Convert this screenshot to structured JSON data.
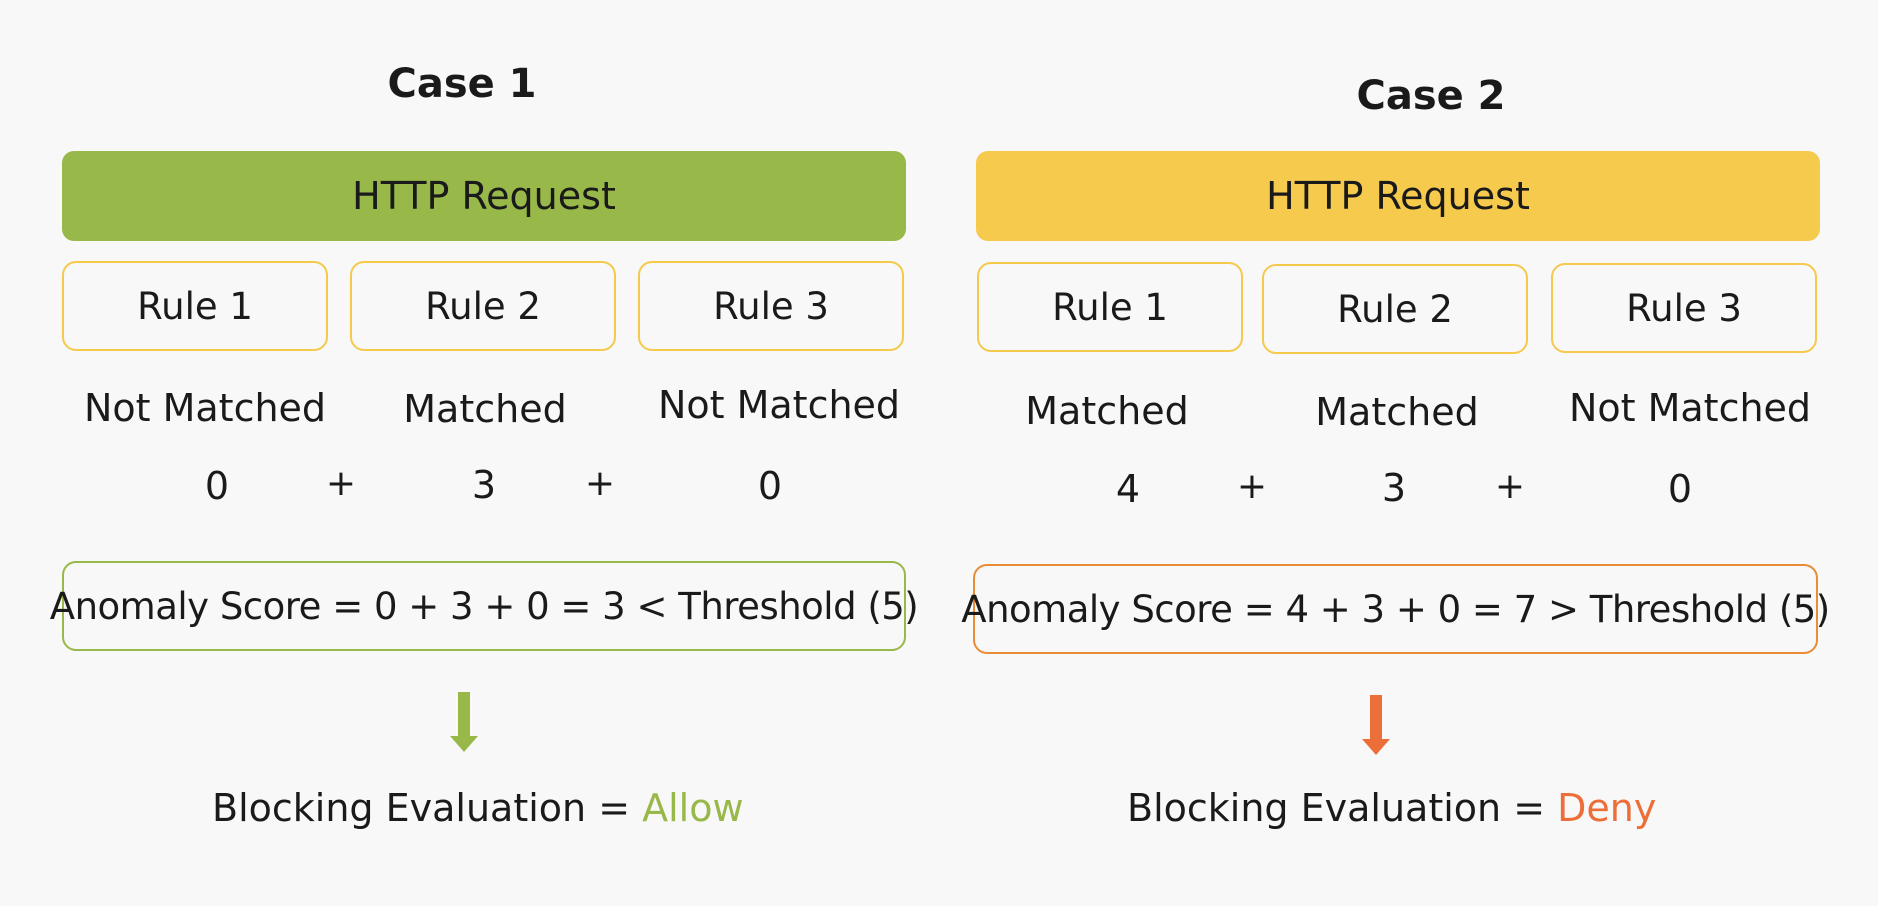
{
  "colors": {
    "case1_accent": "#98b84a",
    "case2_bar": "#f6ca4d",
    "case2_accent": "#ea8c36",
    "deny_text": "#ec6f3a",
    "rule_border": "#f5c94c"
  },
  "case1": {
    "title": "Case 1",
    "request_label": "HTTP Request",
    "rules": [
      "Rule 1",
      "Rule 2",
      "Rule 3"
    ],
    "statuses": [
      "Not Matched",
      "Matched",
      "Not Matched"
    ],
    "values": [
      "0",
      "3",
      "0"
    ],
    "operators": [
      "+",
      "+"
    ],
    "score_text": "Anomaly Score = 0 + 3 + 0 = 3 < Threshold (5)",
    "eval_prefix": "Blocking Evaluation = ",
    "eval_result": "Allow"
  },
  "case2": {
    "title": "Case 2",
    "request_label": "HTTP Request",
    "rules": [
      "Rule 1",
      "Rule 2",
      "Rule 3"
    ],
    "statuses": [
      "Matched",
      "Matched",
      "Not Matched"
    ],
    "values": [
      "4",
      "3",
      "0"
    ],
    "operators": [
      "+",
      "+"
    ],
    "score_text": "Anomaly Score = 4 + 3 + 0 = 7 > Threshold (5)",
    "eval_prefix": "Blocking Evaluation = ",
    "eval_result": "Deny"
  }
}
